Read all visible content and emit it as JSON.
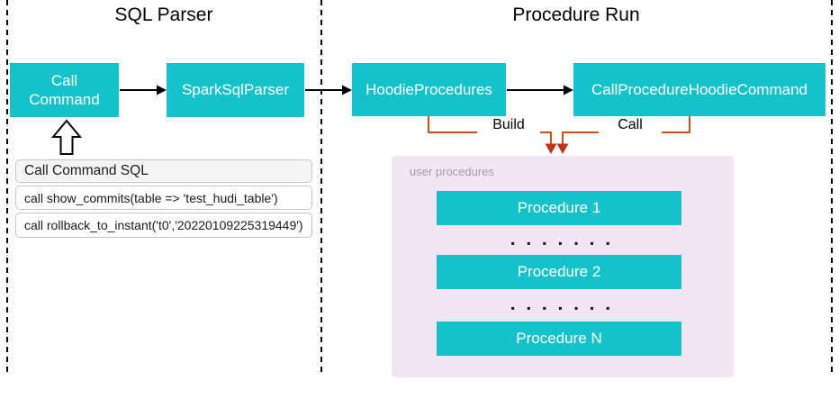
{
  "sections": {
    "sql_parser": {
      "title": "SQL Parser"
    },
    "procedure_run": {
      "title": "Procedure Run"
    }
  },
  "nodes": {
    "call_command": "Call\nCommand",
    "spark_sql_parser": "SparkSqlParser",
    "hoodie_procedures": "HoodieProcedures",
    "call_procedure_hoodie_command": "CallProcedureHoodieCommand"
  },
  "connectors": {
    "build_label": "Build",
    "call_label": "Call"
  },
  "sql_panel": {
    "header": "Call Command SQL",
    "rows": [
      "call show_commits(table => 'test_hudi_table')",
      "call rollback_to_instant('t0','20220109225319449')"
    ]
  },
  "user_procedures": {
    "label": "user procedures",
    "items": [
      "Procedure 1",
      "Procedure 2",
      "Procedure N"
    ],
    "dots": "▪ ▪ ▪ ▪ ▪ ▪ ▪"
  },
  "colors": {
    "node_teal": "#15C2C9",
    "connector_orange": "#C8511D",
    "arrowhead_red": "#C23418",
    "panel_pink": "#F3E6F4",
    "label_gray": "#9E9E9E"
  }
}
